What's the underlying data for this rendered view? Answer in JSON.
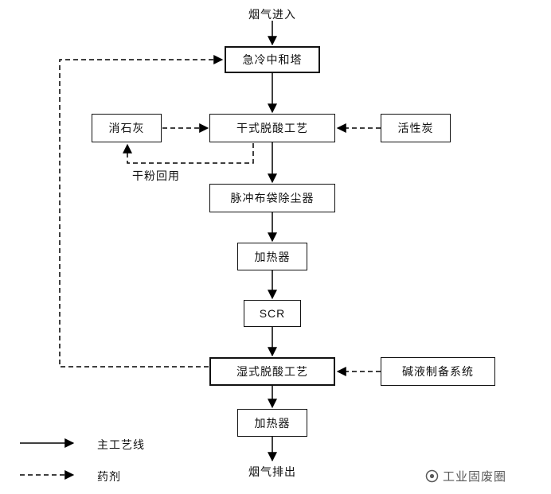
{
  "diagram": {
    "top_label": "烟气进入",
    "bottom_label": "烟气排出",
    "nodes": {
      "quench": "急冷中和塔",
      "dry": "干式脱酸工艺",
      "lime": "消石灰",
      "carbon": "活性炭",
      "bagfilter": "脉冲布袋除尘器",
      "heater1": "加热器",
      "scr": "SCR",
      "wet": "湿式脱酸工艺",
      "alkali": "碱液制备系统",
      "heater2": "加热器"
    },
    "annotations": {
      "dry_powder_reuse": "干粉回用"
    },
    "legend": {
      "solid_line": "主工艺线",
      "dashed_line": "药剂"
    },
    "watermark": "工业固废圈",
    "colors": {
      "ink": "#000000",
      "watermark": "#595959"
    }
  }
}
